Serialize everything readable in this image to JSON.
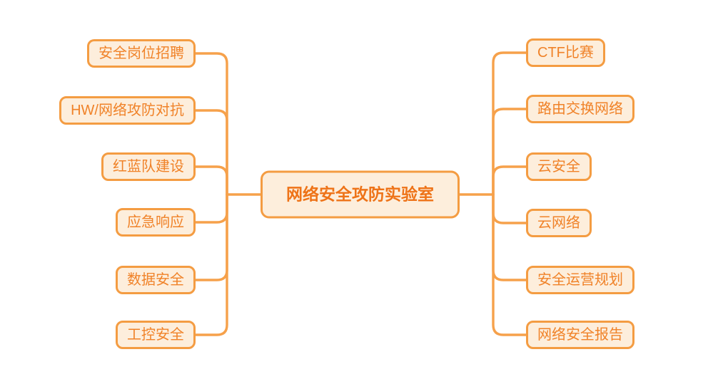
{
  "palette": {
    "node_fill": "#FDEEDC",
    "node_border": "#F49C42",
    "node_text": "#F08228",
    "root_text": "#EE7318",
    "connector": "#F6A14B",
    "background": "#FFFFFF"
  },
  "mindmap": {
    "root": {
      "label": "网络安全攻防实验室"
    },
    "left_branches": [
      {
        "label": "安全岗位招聘"
      },
      {
        "label": "HW/网络攻防对抗"
      },
      {
        "label": "红蓝队建设"
      },
      {
        "label": "应急响应"
      },
      {
        "label": "数据安全"
      },
      {
        "label": "工控安全"
      }
    ],
    "right_branches": [
      {
        "label": "CTF比赛"
      },
      {
        "label": "路由交换网络"
      },
      {
        "label": "云安全"
      },
      {
        "label": "云网络"
      },
      {
        "label": "安全运营规划"
      },
      {
        "label": "网络安全报告"
      }
    ]
  }
}
